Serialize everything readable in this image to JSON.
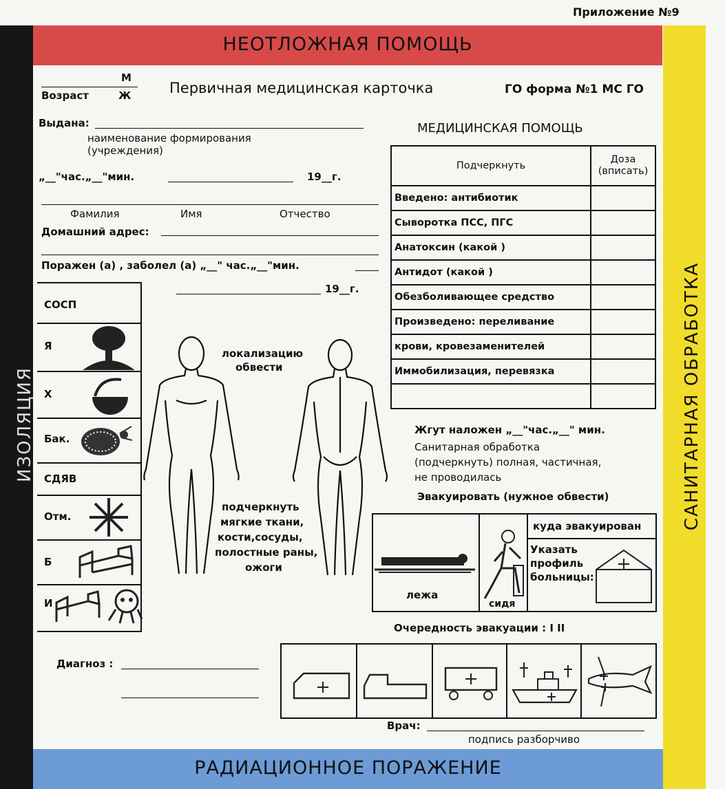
{
  "appendix": "Приложение №9",
  "bands": {
    "top": "НЕОТЛОЖНАЯ ПОМОЩЬ",
    "bottom": "РАДИАЦИОННОЕ ПОРАЖЕНИЕ",
    "left": "ИЗОЛЯЦИЯ",
    "right": "САНИТАРНАЯ ОБРАБОТКА"
  },
  "colors": {
    "top_band": "#d84a4a",
    "bottom_band": "#6c9bd6",
    "right_band": "#f1dc2a",
    "left_band": "#161616"
  },
  "header": {
    "age_label": "Возраст",
    "sex_m": "М",
    "sex_f": "Ж",
    "title": "Первичная медицинская карточка",
    "form": "ГО форма №1 МС ГО"
  },
  "fields": {
    "issued": "Выдана:",
    "issued_hint_1": "наименование формирования",
    "issued_hint_2": "(учреждения)",
    "time_line": "„__\"час.„__\"мин.",
    "year": "19__г.",
    "surname": "Фамилия",
    "name": "Имя",
    "patronymic": "Отчество",
    "address": "Домашний адрес:",
    "injured": "Поражен (а) , заболел (а)  „__\" час.„__\"мин.",
    "year2": "19__г."
  },
  "icons_column": [
    {
      "label": "СОСП",
      "icon": "none"
    },
    {
      "label": "Я",
      "icon": "mushroom-cloud-icon"
    },
    {
      "label": "Х",
      "icon": "chemical-flask-icon"
    },
    {
      "label": "Бак.",
      "icon": "bacteria-tick-icon"
    },
    {
      "label": "СДЯВ",
      "icon": "none"
    },
    {
      "label": "Отм.",
      "icon": "snowflake-icon"
    },
    {
      "label": "Б",
      "icon": "bed-icon"
    },
    {
      "label": "И",
      "icon": "bed-and-infection-icon"
    }
  ],
  "body": {
    "localize_1": "локализацию",
    "localize_2": "обвести",
    "underline_1": "подчеркнуть",
    "underline_2": "мягкие ткани,",
    "underline_3": "кости,сосуды,",
    "underline_4": "полостные раны,",
    "underline_5": "ожоги"
  },
  "medical_help": {
    "title": "МЕДИЦИНСКАЯ ПОМОЩЬ",
    "col1": "Подчеркнуть",
    "col2_1": "Доза",
    "col2_2": "(вписать)",
    "rows": [
      "Введено: антибиотик",
      "Сыворотка ПСС, ПГС",
      "Анатоксин (какой )",
      "Антидот (какой )",
      "Обезболивающее средство",
      "Произведено: переливание",
      "крови, кровезаменителей",
      "Иммобилизация, перевязка",
      ""
    ]
  },
  "tourniquet": "Жгут наложен „__\"час.„__\" мин.",
  "sanitary_1": "Санитарная обработка",
  "sanitary_2": "(подчеркнуть) полная, частичная,",
  "sanitary_3": "не проводилась",
  "evacuate": "Эвакуировать (нужное обвести)",
  "evac_box": {
    "lying": "лежа",
    "sitting": "сидя",
    "where": "куда эвакуирован",
    "profile_1": "Указать",
    "profile_2": "профиль",
    "profile_3": "больницы:"
  },
  "priority": "Очередность эвакуации : I  II",
  "diagnosis": "Диагноз :",
  "transport": [
    "ambulance-van-icon",
    "truck-icon",
    "bus-cross-icon",
    "ship-cross-icon",
    "airplane-cross-icon"
  ],
  "doctor": "Врач:",
  "signature_hint": "подпись разборчиво"
}
